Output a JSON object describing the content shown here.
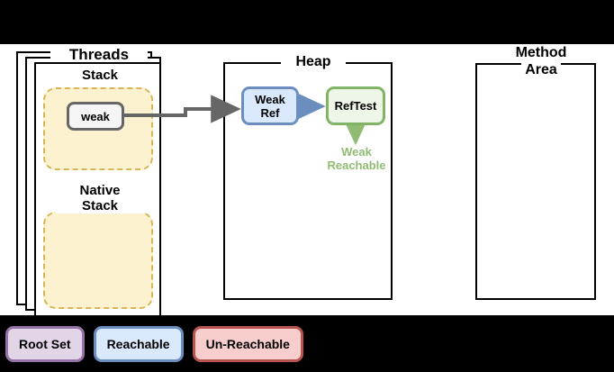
{
  "diagram": {
    "title_bars": {
      "top_color": "#000000",
      "bottom_color": "#000000"
    },
    "threads": {
      "title": "Threads",
      "stack_title": "Stack",
      "native_stack_title_line1": "Native",
      "native_stack_title_line2": "Stack",
      "local_variable": "weak",
      "memarea_fill": "#fdf2d0",
      "memarea_border": "#d6b656"
    },
    "heap": {
      "title": "Heap",
      "objects": [
        {
          "label_line1": "Weak",
          "label_line2": "Ref",
          "border": "#6c8ebf",
          "fill": "#dae8fc"
        },
        {
          "label_line1": "RefTest",
          "label_line2": "",
          "border": "#82b366",
          "fill": "#eef6e7"
        }
      ],
      "annotation_line1": "Weak",
      "annotation_line2": "Reachable",
      "annotation_color": "#8fbc72"
    },
    "method_area": {
      "title_line1": "Method",
      "title_line2": "Area"
    },
    "connectors": {
      "root_to_weakref_color": "#666666",
      "weakref_to_reftest_color": "#6c8ebf",
      "reftest_to_annotation_color": "#8fbc72"
    }
  },
  "legend": {
    "items": [
      {
        "label": "Root Set",
        "border": "#9673a6",
        "fill": "#e1d5e7"
      },
      {
        "label": "Reachable",
        "border": "#6c8ebf",
        "fill": "#dae8fc"
      },
      {
        "label": "Un-Reachable",
        "border": "#b85450",
        "fill": "#f8cecc"
      }
    ]
  }
}
